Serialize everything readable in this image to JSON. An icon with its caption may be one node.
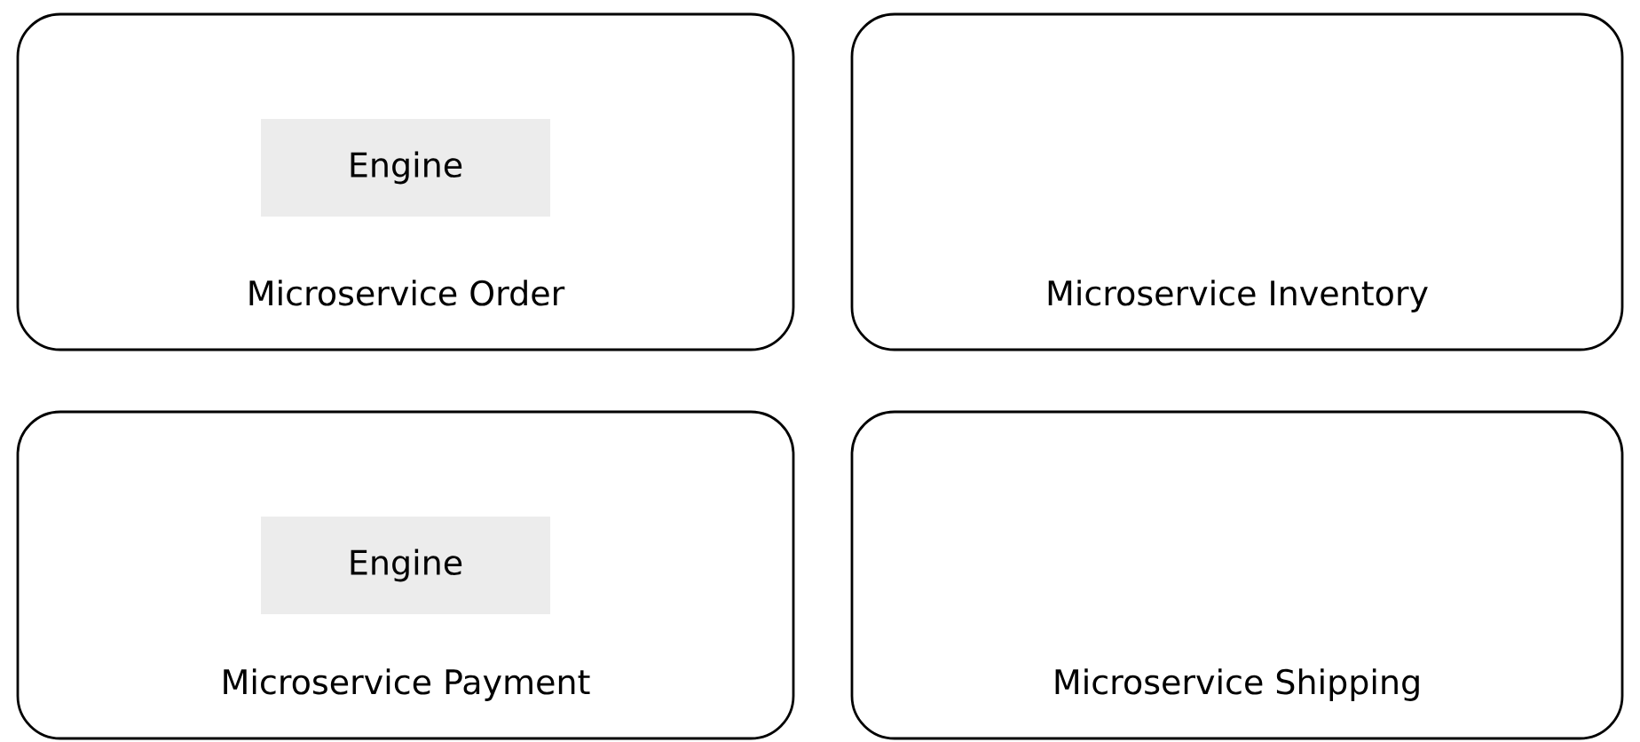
{
  "diagram": {
    "nodes": [
      {
        "text": [
          "Microservice Order"
        ]
      },
      {
        "text": [
          "Engine"
        ],
        "in": 0
      },
      {
        "text": [
          "Microservice Inventory"
        ]
      },
      {
        "text": [
          "Microservice Payment"
        ]
      },
      {
        "text": [
          "Engine"
        ],
        "in": 3
      },
      {
        "text": [
          "Microservice Shipping"
        ]
      }
    ]
  }
}
